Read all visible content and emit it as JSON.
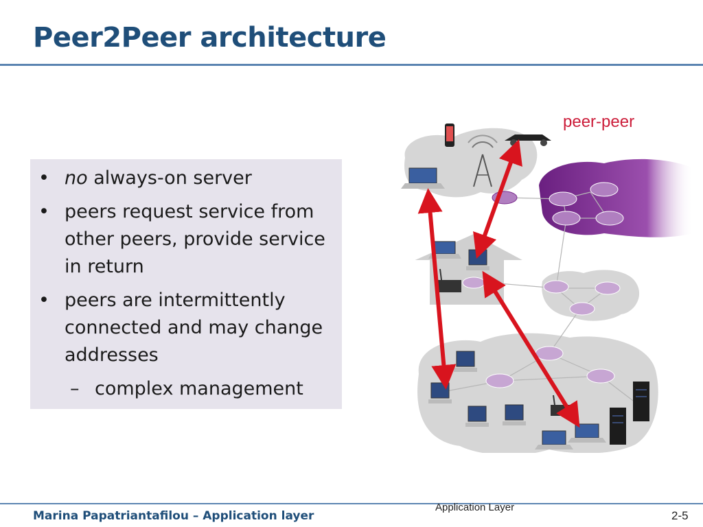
{
  "slide": {
    "title": "Peer2Peer architecture",
    "bullets": [
      {
        "emph": "no",
        "text": " always-on server"
      },
      {
        "text": "peers request service from other peers, provide service in return"
      },
      {
        "text": "peers are intermittently connected and may change addresses"
      }
    ],
    "sub_bullet": "complex management",
    "bullet_marker": "•",
    "sub_marker": "–"
  },
  "diagram": {
    "label": "peer-peer",
    "accent_color": "#d8141e",
    "isp_color": "#7b2d8e",
    "cloud_color": "#d9d9d9"
  },
  "footer": {
    "author": "Marina Papatriantafilou –  Application layer",
    "section": "Application Layer",
    "page": "2-5"
  }
}
